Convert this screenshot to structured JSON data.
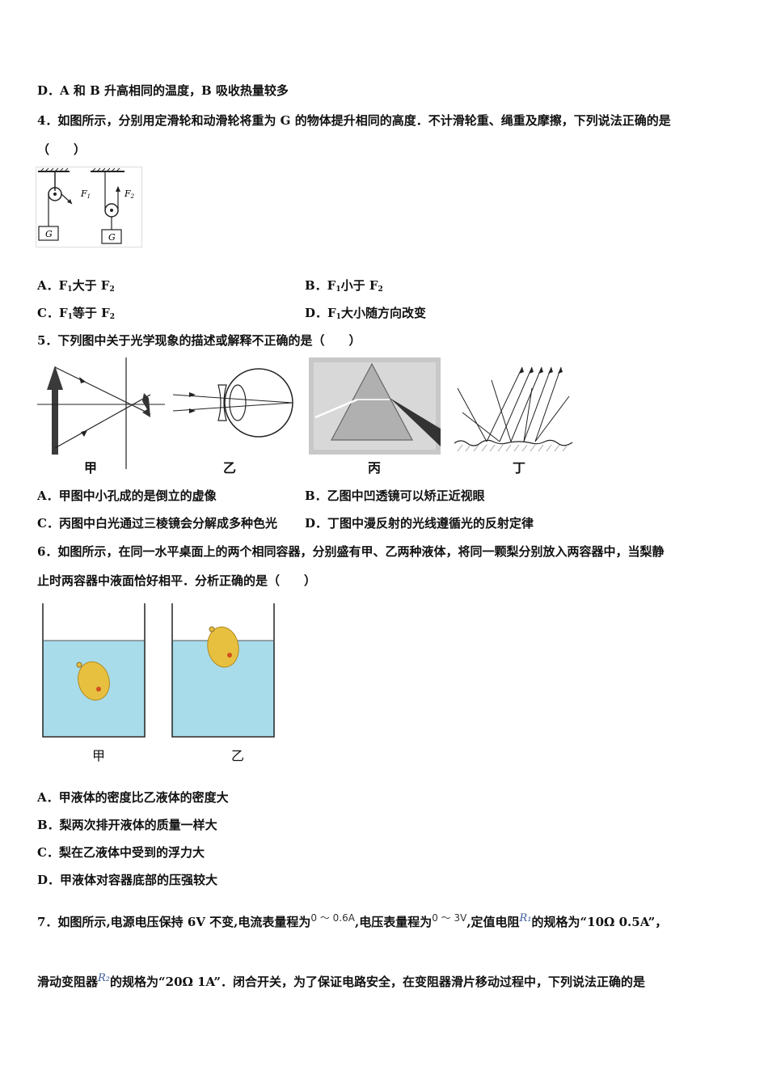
{
  "q3": {
    "optD": "D．A 和 B 升高相同的温度，B 吸收热量较多"
  },
  "q4": {
    "stem": "4．如图所示，分别用定滑轮和动滑轮将重为 G 的物体提升相同的高度．不计滑轮重、绳重及摩擦，下列说法正确的是",
    "paren": "（　　）",
    "fig": {
      "f1": "F",
      "f1sub": "1",
      "f2": "F",
      "f2sub": "2",
      "g": "G"
    },
    "optA": {
      "pre": "A．F",
      "mid": "大于 F",
      "s1": "1",
      "s2": "2"
    },
    "optB": {
      "pre": "B．F",
      "mid": "小于 F",
      "s1": "1",
      "s2": "2"
    },
    "optC": {
      "pre": "C．F",
      "mid": "等于 F",
      "s1": "1",
      "s2": "2"
    },
    "optD": {
      "pre": "D．F",
      "mid": "大小随方向改变",
      "s1": "1"
    }
  },
  "q5": {
    "stem": "5．下列图中关于光学现象的描述或解释不正确的是（　　）",
    "captions": [
      "甲",
      "乙",
      "丙",
      "丁"
    ],
    "optA": "A．甲图中小孔成的是倒立的虚像",
    "optB": "B．乙图中凹透镜可以矫正近视眼",
    "optC": "C．丙图中白光通过三棱镜会分解成多种色光",
    "optD": "D．丁图中漫反射的光线遵循光的反射定律"
  },
  "q6": {
    "stem1": "6．如图所示，在同一水平桌面上的两个相同容器，分别盛有甲、乙两种液体，将同一颗梨分别放入两容器中，当梨静",
    "stem2": "止时两容器中液面恰好相平．分析正确的是（　　）",
    "captions": [
      "甲",
      "乙"
    ],
    "optA": "A．甲液体的密度比乙液体的密度大",
    "optB": "B．梨两次排开液体的质量一样大",
    "optC": "C．梨在乙液体中受到的浮力大",
    "optD": "D．甲液体对容器底部的压强较大"
  },
  "q7": {
    "p1": "7．如图所示,电源电压保持 6V 不变,电流表量程为",
    "ammeter": "0 ～ 0.6A",
    "p2": ",电压表量程为",
    "voltmeter": "0 ～ 3V",
    "p3": ",定值电阻",
    "r1": "R₁",
    "p4": "的规格为“10Ω 0.5A”，",
    "p5": "滑动变阻器",
    "r2": "R₂",
    "p6": "的规格为“20Ω 1A”．闭合开关，为了保证电路安全，在变阻器滑片移动过程中，下列说法正确的是"
  },
  "colors": {
    "liquid": "#a8dcea",
    "pear": "#e8c040",
    "prism_bg": "#c8c8c8"
  }
}
